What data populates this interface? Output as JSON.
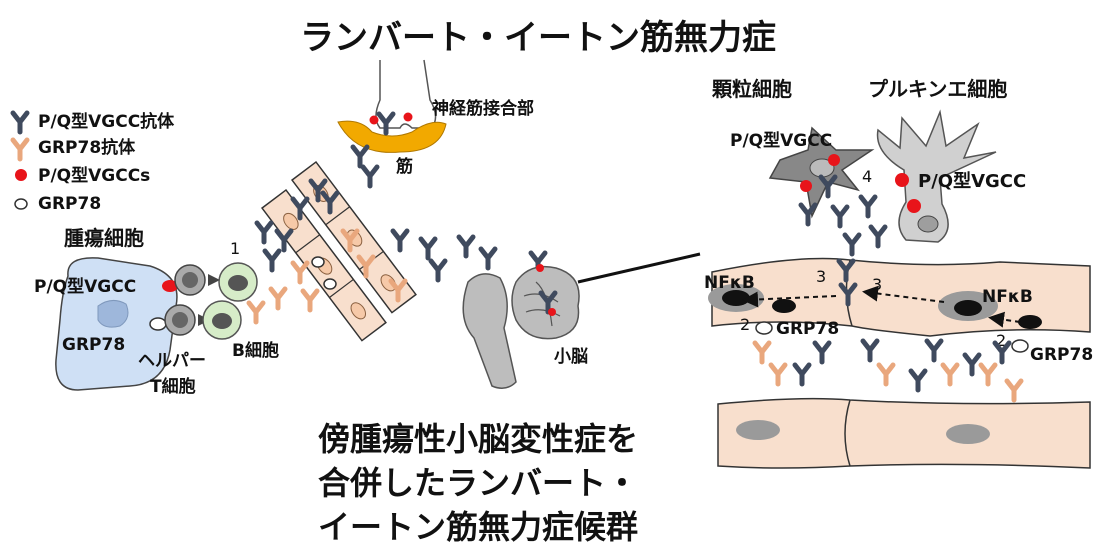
{
  "title": "ランバート・イートン筋無力症",
  "legend": {
    "vgcc_antibody": "P/Q型VGCC抗体",
    "grp78_antibody": "GRP78抗体",
    "vgccs": "P/Q型VGCCs",
    "grp78": "GRP78"
  },
  "labels": {
    "nmj": "神経筋接合部",
    "muscle": "筋",
    "tumor_cell": "腫瘍細胞",
    "tumor_vgcc": "P/Q型VGCC",
    "tumor_grp78": "GRP78",
    "helper_t": "ヘルパー",
    "helper_t2": "T細胞",
    "b_cell": "B細胞",
    "cerebellum": "小脳",
    "step1": "1",
    "granule_cell": "顆粒細胞",
    "purkinje_cell": "プルキンエ細胞",
    "granule_vgcc": "P/Q型VGCC",
    "purkinje_vgcc": "P/Q型VGCC",
    "step4": "4",
    "step3a": "3",
    "step3b": "3",
    "nfkb_left": "NFκB",
    "nfkb_right": "NFκB",
    "step2a": "2",
    "step2b": "2",
    "grp78_left": "GRP78",
    "grp78_right": "GRP78"
  },
  "caption": {
    "line1": "傍腫瘍性小脳変性症を",
    "line2": "合併したランバート・",
    "line3": "イートン筋無力症候群"
  },
  "colors": {
    "vgcc_antibody": "#3f4a5e",
    "grp78_antibody": "#e9a77d",
    "vgcc": "#e8141a",
    "muscle": "#f2a900",
    "endothelium": "#f8dfcd",
    "tumor": "#cfe0f5",
    "b_cell": "#d6ecc8"
  }
}
